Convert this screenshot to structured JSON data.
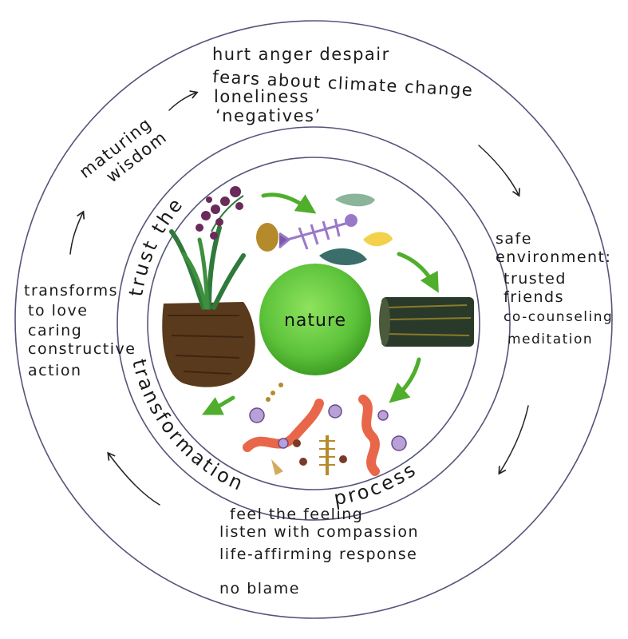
{
  "center": {
    "label": "nature"
  },
  "ring_text": {
    "arc_left": "trust the",
    "arc_bottom": "transformation",
    "arc_bottom_right": "process"
  },
  "outer_text": {
    "top": [
      "hurt anger despair",
      "fears about climate change",
      "loneliness",
      "‘negatives’"
    ],
    "left_top": [
      "maturing",
      "wisdom"
    ],
    "right": [
      "safe",
      "environment:",
      "trusted",
      "friends",
      "co-counseling",
      "meditation"
    ],
    "bottom": [
      "feel the feeling",
      "listen with compassion",
      "life-affirming response",
      "no blame"
    ],
    "left": [
      "transforms",
      "to love",
      "caring",
      "constructive",
      "action"
    ]
  },
  "colors": {
    "nature_green": "#5cc23a",
    "arrow_green": "#4fae2c",
    "soil_brown": "#5a3a1c",
    "leaf_green": "#2f7a3a",
    "worm_orange": "#e8674a",
    "berry_purple": "#6a2a5a",
    "log_dark": "#2a3a2a",
    "ring_line": "#55557a"
  },
  "icons": [
    "plant-with-roots-icon",
    "fish-skeleton-icon",
    "log-icon",
    "worm-icon",
    "mushroom-icon",
    "leaf-icon"
  ]
}
